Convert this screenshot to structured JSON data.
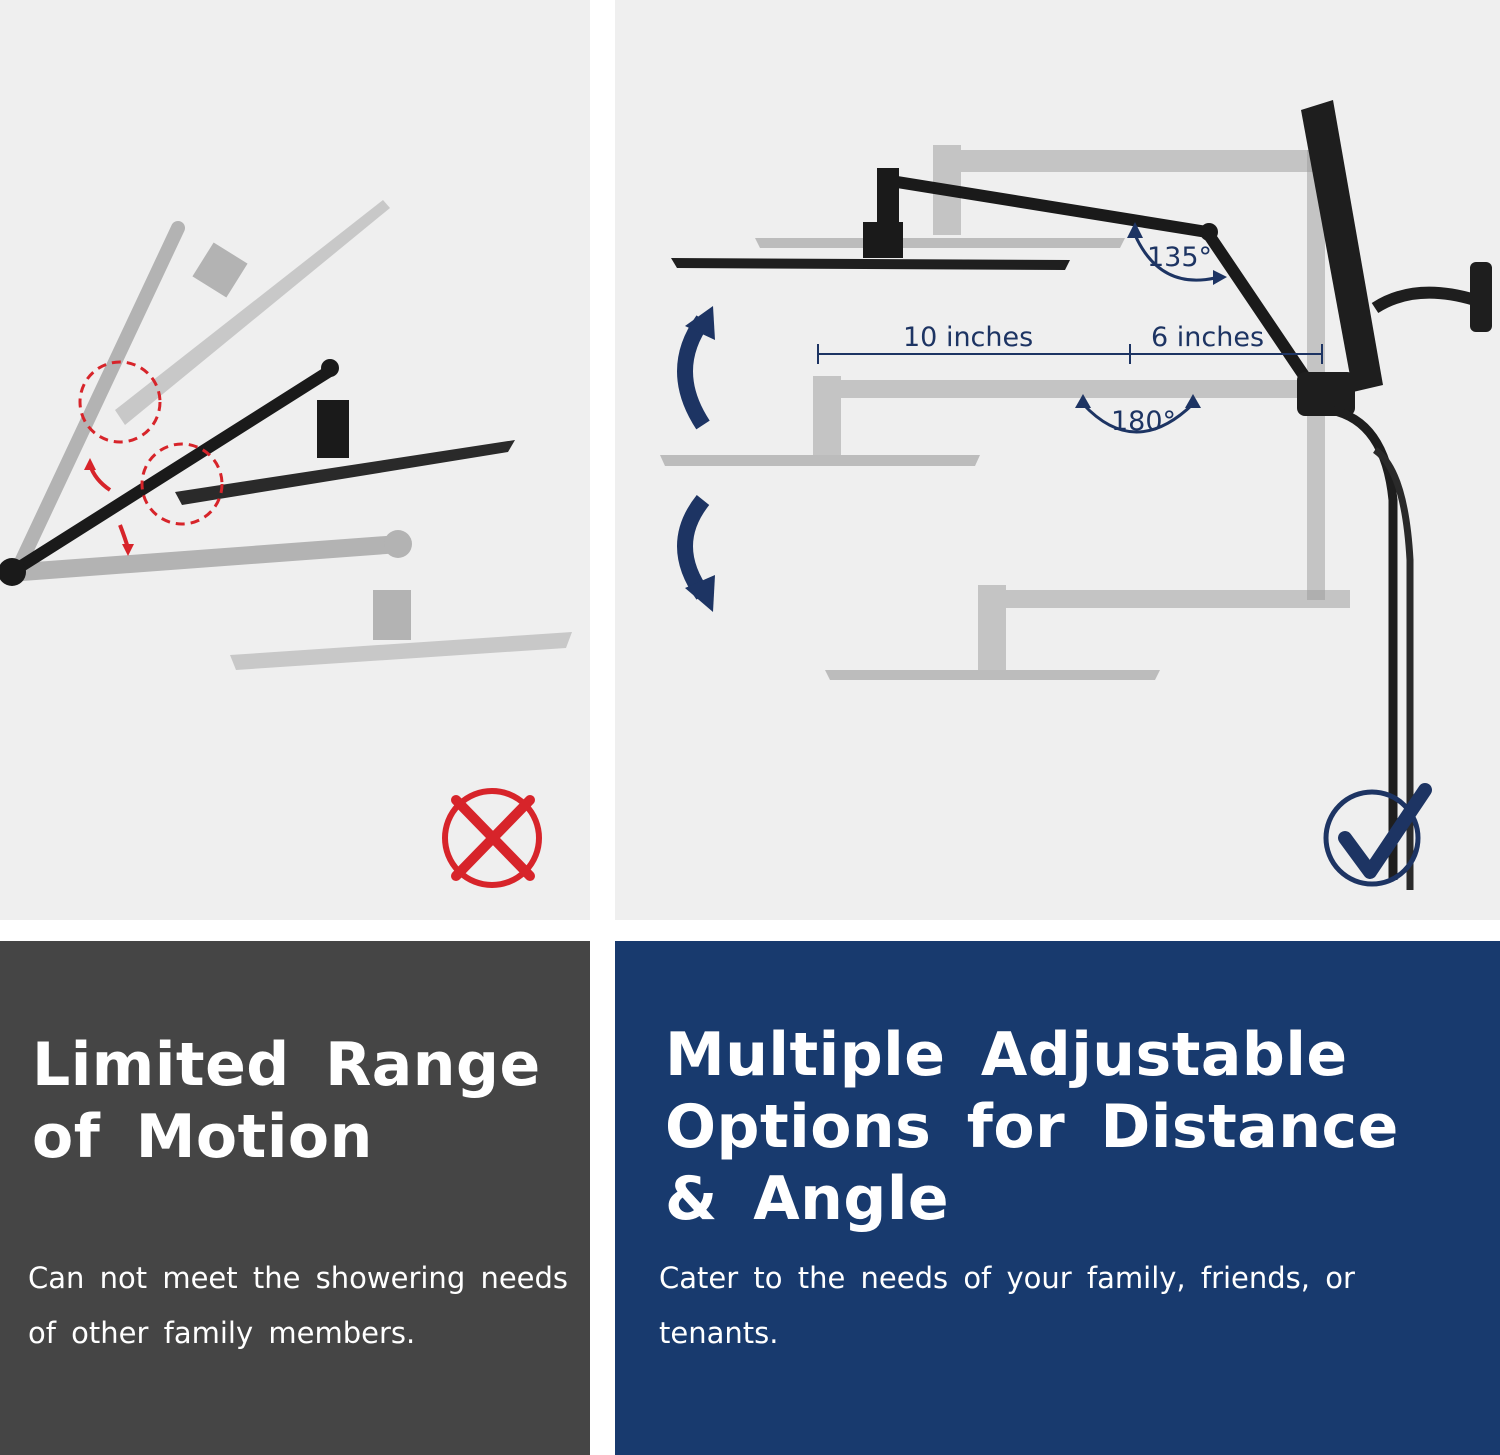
{
  "left": {
    "title": "Limited Range of Motion",
    "description": "Can not meet the showering needs of other family members."
  },
  "right": {
    "title": "Multiple Adjustable Options for Distance & Angle",
    "description": "Cater to the needs of your family, friends, or tenants.",
    "annotations": {
      "length_a": "10 inches",
      "length_b": "6 inches",
      "angle_a": "135°",
      "angle_b": "180°"
    }
  },
  "colors": {
    "left_panel_bg": "#454545",
    "right_panel_bg": "#183a6e",
    "cross_red": "#d7242a",
    "check_navy": "#1d3463"
  },
  "icons": {
    "left_verdict": "red-cross-icon",
    "right_verdict": "navy-check-icon"
  }
}
